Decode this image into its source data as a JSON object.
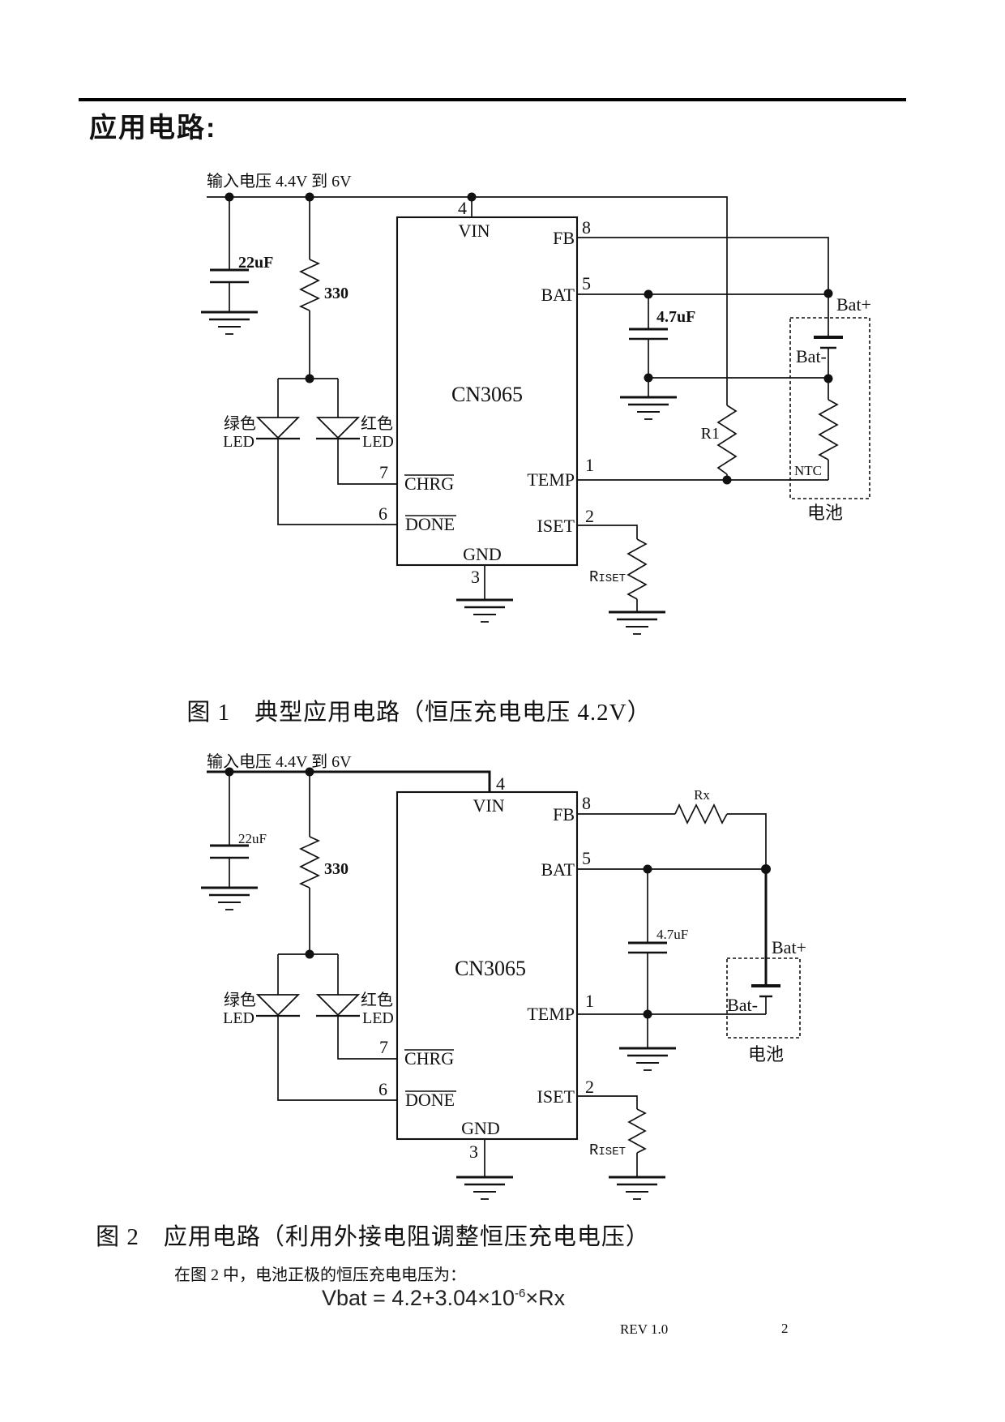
{
  "page": {
    "heading": "应用电路:",
    "footer": {
      "rev": "REV 1.0",
      "page_number": "2"
    }
  },
  "figure1": {
    "caption": "图 1　典型应用电路（恒压充电电压 4.2V）",
    "input_voltage_label": "输入电压 4.4V 到 6V",
    "ic_name": "CN3065",
    "pins": {
      "vin": {
        "name": "VIN",
        "number": "4"
      },
      "fb": {
        "name": "FB",
        "number": "8"
      },
      "bat": {
        "name": "BAT",
        "number": "5"
      },
      "temp": {
        "name": "TEMP",
        "number": "1"
      },
      "iset": {
        "name": "ISET",
        "number": "2"
      },
      "chrg": {
        "name": "CHRG",
        "number": "7"
      },
      "done": {
        "name": "DONE",
        "number": "6"
      },
      "gnd": {
        "name": "GND",
        "number": "3"
      }
    },
    "components": {
      "input_cap": "22uF",
      "led_resistor": "330",
      "bat_cap": "4.7uF",
      "r1": "R1",
      "ntc": "NTC",
      "riset_main": "R",
      "riset_sub": "ISET",
      "green_led_line1": "绿色",
      "green_led_line2": "LED",
      "red_led_line1": "红色",
      "red_led_line2": "LED",
      "bat_plus": "Bat+",
      "bat_minus": "Bat-",
      "battery_box": "电池"
    }
  },
  "figure2": {
    "caption": "图 2　应用电路（利用外接电阻调整恒压充电电压）",
    "input_voltage_label": "输入电压 4.4V 到 6V",
    "ic_name": "CN3065",
    "pins": {
      "vin": {
        "name": "VIN",
        "number": "4"
      },
      "fb": {
        "name": "FB",
        "number": "8"
      },
      "bat": {
        "name": "BAT",
        "number": "5"
      },
      "temp": {
        "name": "TEMP",
        "number": "1"
      },
      "iset": {
        "name": "ISET",
        "number": "2"
      },
      "chrg": {
        "name": "CHRG",
        "number": "7"
      },
      "done": {
        "name": "DONE",
        "number": "6"
      },
      "gnd": {
        "name": "GND",
        "number": "3"
      }
    },
    "components": {
      "input_cap": "22uF",
      "led_resistor": "330",
      "bat_cap": "4.7uF",
      "rx": "Rx",
      "riset_main": "R",
      "riset_sub": "ISET",
      "green_led_line1": "绿色",
      "green_led_line2": "LED",
      "red_led_line1": "红色",
      "red_led_line2": "LED",
      "bat_plus": "Bat+",
      "bat_minus": "Bat-",
      "battery_box": "电池"
    }
  },
  "body": {
    "fig2_note": "在图 2 中，电池正极的恒压充电电压为：",
    "formula": {
      "lhs": "Vbat = 4.2+3.04×10",
      "sup": "-6",
      "rhs": "×Rx"
    }
  }
}
